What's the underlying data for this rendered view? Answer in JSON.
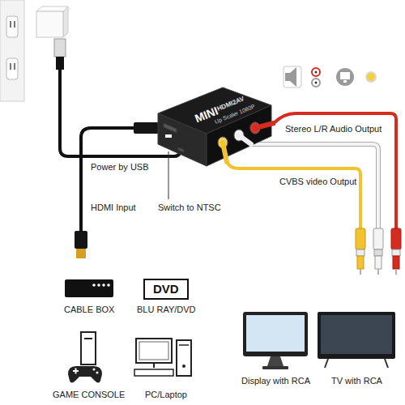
{
  "diagram": {
    "nodes": [
      {
        "text": [
          "MINI",
          "HDMI2AV",
          "Up Scaler 1080P"
        ]
      },
      {
        "text": [
          "DVD"
        ]
      }
    ],
    "labels": [
      "Power by USB",
      "HDMI Input",
      "Switch to NTSC",
      "Stereo L/R Audio Output",
      "CVBS video Output",
      "CABLE BOX",
      "BLU RAY/DVD",
      "GAME CONSOLE",
      "PC/Laptop",
      "Display with RCA",
      "TV with RCA"
    ]
  }
}
